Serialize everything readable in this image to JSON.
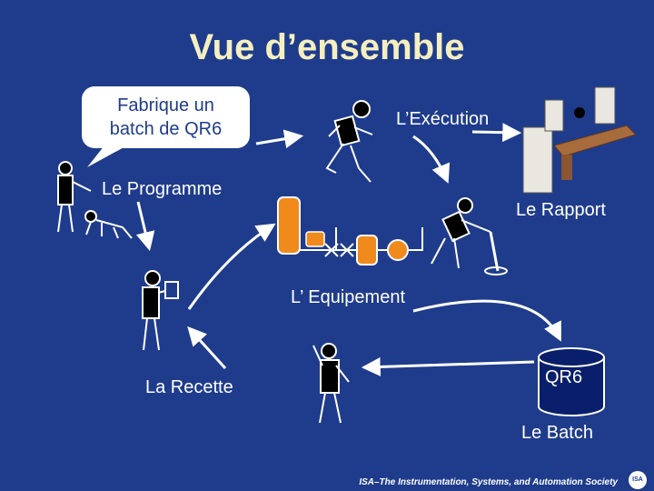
{
  "title": "Vue d’ensemble",
  "bubble": {
    "line1": "Fabrique un",
    "line2": "batch de QR6"
  },
  "labels": {
    "programme": "Le Programme",
    "execution": "L’Exécution",
    "rapport": "Le Rapport",
    "equipement": "L’ Equipement",
    "recette": "La Recette",
    "batch_id": "QR6",
    "batch": "Le Batch"
  },
  "footer": "ISA–The Instrumentation, Systems, and Automation Society",
  "logo": "ISA",
  "colors": {
    "background": "#1f3c8c",
    "title": "#f5efc0",
    "equipment": "#f08a1c"
  }
}
